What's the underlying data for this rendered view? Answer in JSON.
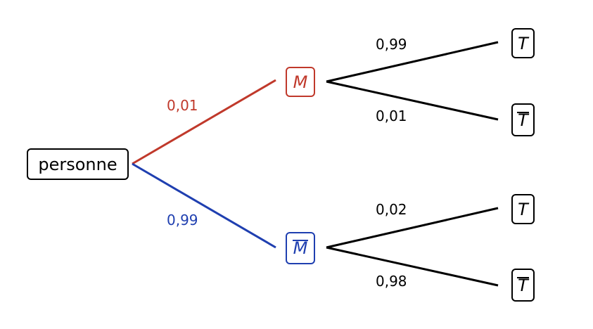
{
  "root": {
    "label": "personne"
  },
  "level1": [
    {
      "label": "M",
      "overline": false,
      "prob": "0,01",
      "color": "#c0392b"
    },
    {
      "label": "M",
      "overline": true,
      "prob": "0,99",
      "color": "#1f3fb0"
    }
  ],
  "leaves_top": [
    {
      "label": "T",
      "overline": false,
      "prob": "0,99"
    },
    {
      "label": "T",
      "overline": true,
      "prob": "0,01"
    }
  ],
  "leaves_bottom": [
    {
      "label": "T",
      "overline": false,
      "prob": "0,02"
    },
    {
      "label": "T",
      "overline": true,
      "prob": "0,98"
    }
  ],
  "colors": {
    "edge_default": "#000000",
    "edge_M": "#c0392b",
    "edge_Mbar": "#1f3fb0"
  }
}
